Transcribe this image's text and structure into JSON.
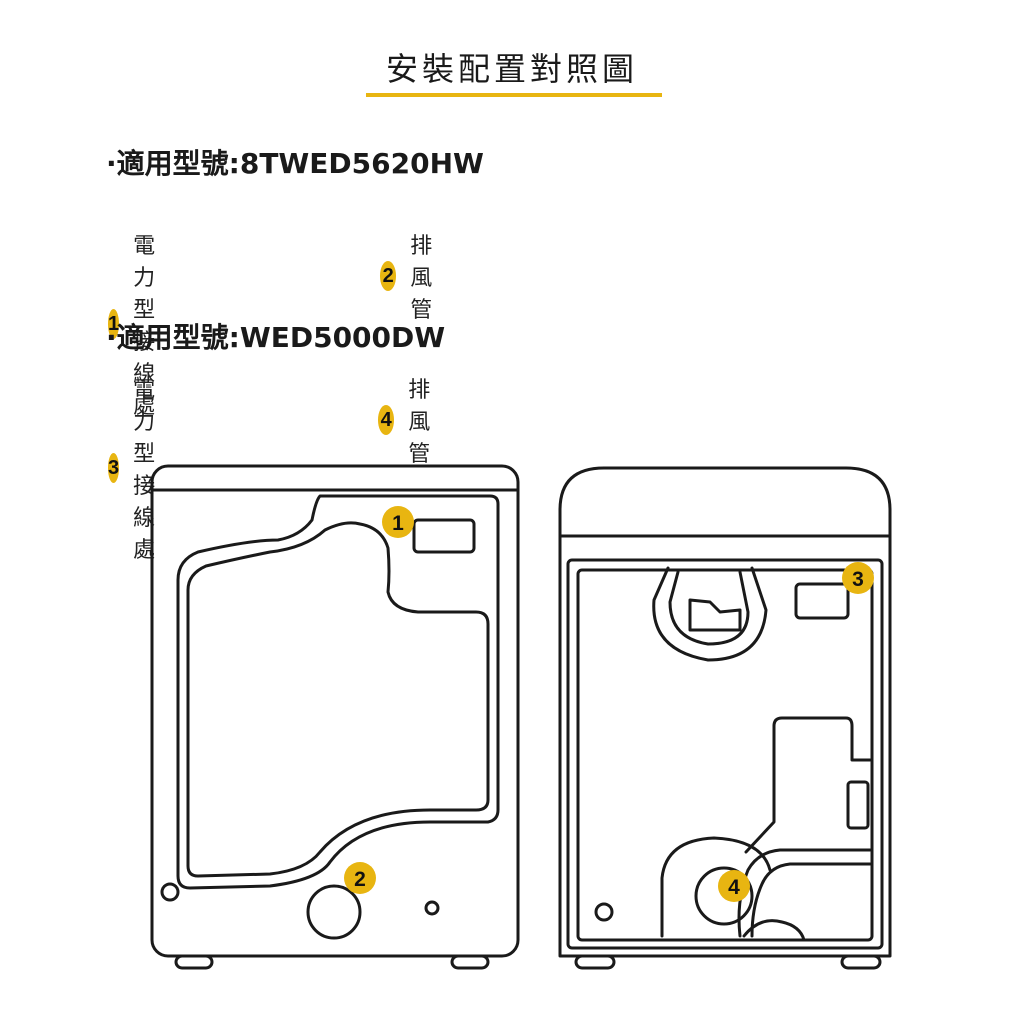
{
  "title": "安裝配置對照圖",
  "accent_color": "#e8b511",
  "sections": [
    {
      "model_label": "·適用型號:8TWED5620HW",
      "legend": [
        {
          "number": "1",
          "label": "電力型接線處"
        },
        {
          "number": "2",
          "label": "排風管"
        }
      ]
    },
    {
      "model_label": "·適用型號:WED5000DW",
      "legend": [
        {
          "number": "3",
          "label": "電力型接線處"
        },
        {
          "number": "4",
          "label": "排風管"
        }
      ]
    }
  ],
  "diagram_markers": [
    "1",
    "2",
    "3",
    "4"
  ]
}
